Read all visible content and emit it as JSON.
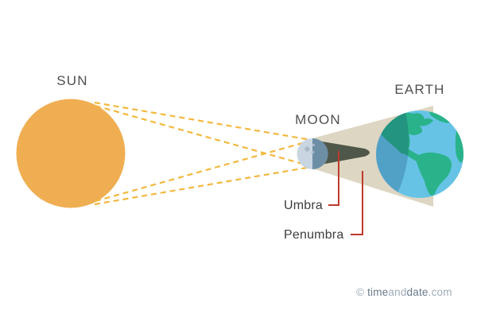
{
  "diagram": {
    "sun_label": "SUN",
    "moon_label": "MOON",
    "earth_label": "EARTH",
    "umbra_label": "Umbra",
    "penumbra_label": "Penumbra"
  },
  "colors": {
    "background": "#ffffff",
    "sun": "#f0ae52",
    "sun_ray": "#f3b83e",
    "moon_light": "#c9d6e2",
    "moon_dark": "#6d8fa6",
    "moon_crater": "#a9bac7",
    "umbra": "#4e5749",
    "penumbra": "#ddd6c2",
    "earth_ocean": "#66c3e6",
    "earth_land": "#2ab38a",
    "earth_shadow": "rgba(10,40,90,0.22)",
    "pointer_red": "#c0392b",
    "label_dark": "#4d4f52",
    "annotation_dark": "#3d3d3d",
    "footer_dark": "#69798a",
    "footer_light": "#9fadb9"
  },
  "footer": {
    "copyright": "© ",
    "brand_part1": "time",
    "brand_part2": "and",
    "brand_part3": "date",
    "brand_part4": ".com"
  }
}
